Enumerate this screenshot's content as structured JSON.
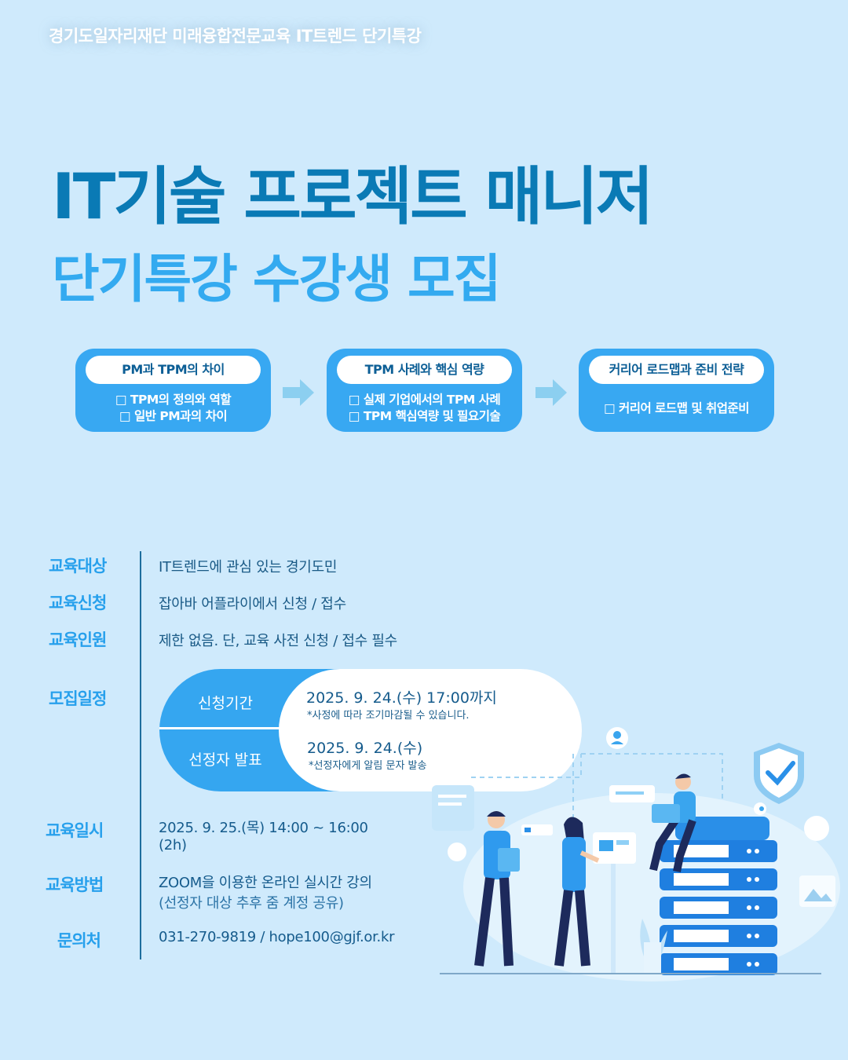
{
  "header": {
    "org_label": "경기도일자리재단 미래융합전문교육 IT트렌드 단기특강",
    "title_line1": "IT기술 프로젝트 매니저",
    "title_line2": "단기특강 수강생 모집"
  },
  "steps": [
    {
      "title": "PM과 TPM의 차이",
      "items": [
        "□ TPM의 정의와 역할",
        "□ 일반 PM과의 차이"
      ]
    },
    {
      "title": "TPM 사례와 핵심 역량",
      "items": [
        "□ 실제 기업에서의 TPM 사례",
        "□ TPM 핵심역량 및 필요기술"
      ]
    },
    {
      "title": "커리어 로드맵과 준비 전략",
      "items": [
        "□ 커리어 로드맵 및 취업준비"
      ]
    }
  ],
  "info": {
    "target": {
      "label": "교육대상",
      "value": "IT트렌드에 관심 있는 경기도민"
    },
    "apply": {
      "label": "교육신청",
      "value": "잡아바 어플라이에서 신청 / 접수"
    },
    "capacity": {
      "label": "교육인원",
      "value": "제한 없음. 단, 교육 사전 신청 / 접수 필수"
    },
    "schedule": {
      "label": "모집일정",
      "period_label": "신청기간",
      "period_date": "2025. 9. 24.(수) 17:00까지",
      "period_note": "*사정에 따라 조기마감될 수 있습니다.",
      "announce_label": "선정자 발표",
      "announce_date": "2025. 9. 24.(수)",
      "announce_note": "*선정자에게 알림 문자 발송"
    },
    "datetime": {
      "label": "교육일시",
      "value": "2025. 9. 25.(목) 14:00 ~ 16:00",
      "sub": "(2h)"
    },
    "method": {
      "label": "교육방법",
      "value": "ZOOM을 이용한 온라인 실시간 강의",
      "sub": "(선정자 대상 추후 줌 계정 공유)"
    },
    "contact": {
      "label": "문의처",
      "value": "031-270-9819 / hope100@gjf.or.kr"
    }
  },
  "colors": {
    "background": "#cfeafc",
    "title_dark": "#0a7ab5",
    "title_light": "#33aaf0",
    "accent_blue": "#38a8f2",
    "label_blue": "#27a0ec"
  }
}
